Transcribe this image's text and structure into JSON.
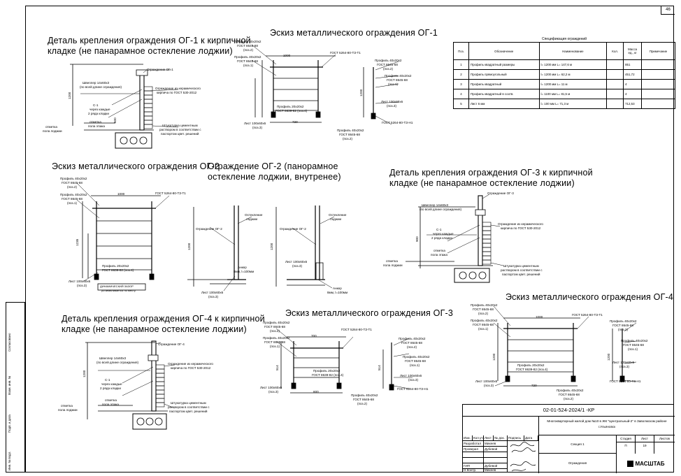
{
  "sheet_number": "46",
  "titles": {
    "detail_og1": [
      "Деталь крепления ограждения ОГ-1 к кирпичной",
      "кладке (не панарамное остекление лоджии)"
    ],
    "sketch_og1": "Эскиз металлического ограждения ОГ-1",
    "sketch_og2": "Эскиз металлического ограждения ОГ-2",
    "fence_og2": [
      "Ограждение ОГ-2 (панорамное",
      "остекление лоджии, внутренее)"
    ],
    "detail_og3": [
      "Деталь крепления ограждения ОГ-3 к кирпичной",
      "кладке (не панарамное остекление лоджии)"
    ],
    "detail_og4": [
      "Деталь крепления ограждения ОГ-4 к кирпичной",
      "кладке (не панарамное остекление лоджии)"
    ],
    "sketch_og3": "Эскиз металлического ограждения ОГ-3",
    "sketch_og4": "Эскиз металлического ограждения ОГ-4"
  },
  "labels": {
    "channel": [
      "Швеллер 14х60х3",
      "(по всей длине ограждения)"
    ],
    "fence_og1": "Ограждение ОГ-1",
    "fence_og2": "Ограждение ОГ-2",
    "fence_og3": "Ограждение ОГ-3",
    "fence_og4": "Ограждение ОГ-4",
    "anchor": [
      "Ограждение из керамического",
      "кирпича по ГОСТ 530-2012"
    ],
    "c1": [
      "С-1",
      "через каждые",
      "2 ряда кладки"
    ],
    "floor_mark": [
      "отметка",
      "пола этажа"
    ],
    "loggia_mark": [
      "отметка",
      "пола лоджии"
    ],
    "plaster": [
      "Штукатурка цементным",
      "раствором в соответствии с",
      "паспортом цвет. решений"
    ],
    "profile_top": [
      "Профиль 40х20х2",
      "ГОСТ 8645-68",
      "(поз.2)"
    ],
    "profile_mid": [
      "Профиль 40х20х2",
      "ГОСТ 8645-68",
      "(поз.1)"
    ],
    "profile_small": [
      "Профиль 20х20х2",
      "ГОСТ 8639-82 (поз.4)"
    ],
    "sheet_plate": [
      "Лист 100х60х6",
      "(поз.3)"
    ],
    "gost_t1": "ГОСТ 5264-80-ТЗ-Т1",
    "gost_n1": "ГОСТ 5264-80-ТЗ-Н1",
    "glass": [
      "Остекление",
      "лоджии"
    ],
    "anchor_bolt": [
      "Анкер",
      "8мм, l=100мм"
    ],
    "plate_100": [
      "Лист 100х60х6",
      "(поз.3)"
    ],
    "welded_stamp": [
      "ДИНАМИЧЕСКИЙ ЗАЗОР",
      "устанавливается по месту"
    ],
    "dims": [
      "1000",
      "1200",
      "900",
      "720",
      "1235",
      "100",
      "150",
      "600",
      "700",
      "514"
    ]
  },
  "spec_table": {
    "caption": "Спецификация ограждений",
    "headers": [
      "Поз.",
      "Обозначение",
      "Наименование",
      "Кол.",
      "Масса ед., кг",
      "Примечание"
    ],
    "rows": [
      [
        "1",
        "Профиль квадратный размеры",
        "l= 1200 мм  L= 147,6 м",
        "",
        "851",
        ""
      ],
      [
        "2",
        "Профиль прямоугольный",
        "l= 1200 мм  L= 62,2 м",
        "",
        "451,72",
        ""
      ],
      [
        "3",
        "Профиль квадратный",
        "l= 1200 мм  L= 11 м",
        "",
        "4",
        ""
      ],
      [
        "4",
        "Профиль квадратный в соотв.",
        "l= 1100 мм  L= 81,5 м",
        "",
        "4",
        ""
      ],
      [
        "5",
        "Лист 6 мм",
        "l= 100 мм  L= 71,3 м",
        "",
        "712,53",
        ""
      ]
    ]
  },
  "stamp": {
    "code": "02-01-524-2024/1 -КР",
    "project": [
      "Многоквартирный жилой дом №10 в ЖК \"Центральный-2\" в Заволжском районе",
      "г.Ульяновск"
    ],
    "cols": [
      "Изм.",
      "Кол.уч",
      "Лист",
      "№ док.",
      "Подпись",
      "Дата"
    ],
    "roles": [
      [
        "Разработал",
        "Михеев"
      ],
      [
        "Проверил",
        "Дубевой"
      ],
      [
        "",
        ""
      ],
      [
        "",
        ""
      ],
      [
        "ГИП",
        "Дубевой"
      ],
      [
        "Н.Контр.",
        "Михеев"
      ]
    ],
    "section": "Секция 1",
    "sheet_name": "Ограждения",
    "stage_labels": [
      "Стадия",
      "Лист",
      "Листов"
    ],
    "stage_values": [
      "П",
      "19",
      ""
    ],
    "company": "МАСШТАБ"
  },
  "side_stamp": [
    "Инв. № подл.",
    "Подп. и дата",
    "Взам. инв. №",
    "Согласовано"
  ]
}
